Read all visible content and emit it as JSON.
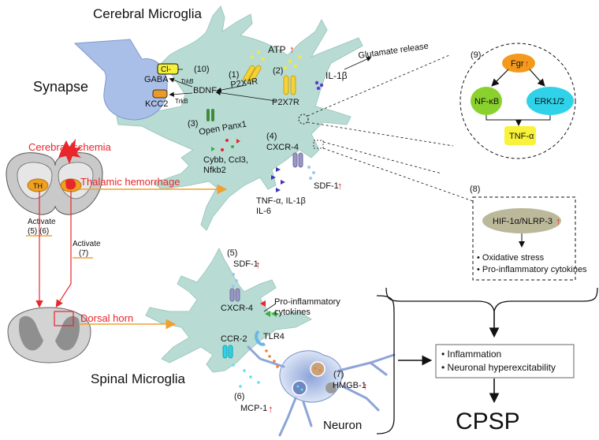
{
  "titles": {
    "cerebral": "Cerebral Microglia",
    "spinal": "Spinal Microglia",
    "synapse": "Synapse",
    "cpsp": "CPSP",
    "neuron": "Neuron"
  },
  "brain": {
    "ischemia": "Cerebral ischemia",
    "th": "TH",
    "thalamic": "Thalamic hemorrhage",
    "dorsal": "Dorsal horn",
    "activate1": "Activate",
    "activate1_nums": "(5) (6)",
    "activate2": "Activate",
    "activate2_nums": "(7)"
  },
  "synapse": {
    "cl": "Cl-",
    "gaba": "GABA",
    "kcc2": "KCC2",
    "trkb1": "TrkB",
    "trkb2": "TrkB",
    "bdnf": "BDNF",
    "n10": "(10)"
  },
  "cerebral": {
    "atp": "ATP",
    "n1": "(1)",
    "p2x4r": "P2X4R",
    "n2": "(2)",
    "p2x7r": "P2X7R",
    "il1b": "IL-1β",
    "glutamate": "Glutamate release",
    "n3": "(3)",
    "panx": "Open Panx1",
    "cybb1": "Cybb, Ccl3,",
    "cybb2": "Nfkb2",
    "n4": "(4)",
    "cxcr4": "CXCR-4",
    "sdf1": "SDF-1",
    "tnf1": "TNF-α, IL-1β",
    "tnf2": "IL-6"
  },
  "pathway9": {
    "n9": "(9)",
    "fgr": "Fgr",
    "nfkb": "NF-κB",
    "erk": "ERK1/2",
    "tnfa": "TNF-α"
  },
  "pathway8": {
    "n8": "(8)",
    "hif": "HIF-1α/NLRP-3",
    "bullet1": "• Oxidative stress",
    "bullet2": "• Pro-inflammatory cytokines"
  },
  "spinal": {
    "n5": "(5)",
    "sdf1": "SDF-1",
    "cxcr4": "CXCR-4",
    "proinf1": "Pro-inflammatory",
    "proinf2": "cytokines",
    "ccr2": "CCR-2",
    "tlr4": "TLR4",
    "n7": "(7)",
    "hmgb1": "HMGB-1",
    "n6": "(6)",
    "mcp1": "MCP-1"
  },
  "outcome": {
    "inflammation": "• Inflammation",
    "hyperexcit": "• Neuronal hyperexcitability"
  },
  "colors": {
    "microglia": "#b8dcd4",
    "receptor_yellow": "#f5d23a",
    "red_arrow": "#e8262b",
    "orange_line": "#f0a030",
    "fgr": "#f39a1c",
    "nfkb": "#8ad12e",
    "erk": "#2fd2e8",
    "tnf_box": "#f8f23a",
    "hif": "#bcb99a",
    "synapse": "#a9bfe8"
  }
}
